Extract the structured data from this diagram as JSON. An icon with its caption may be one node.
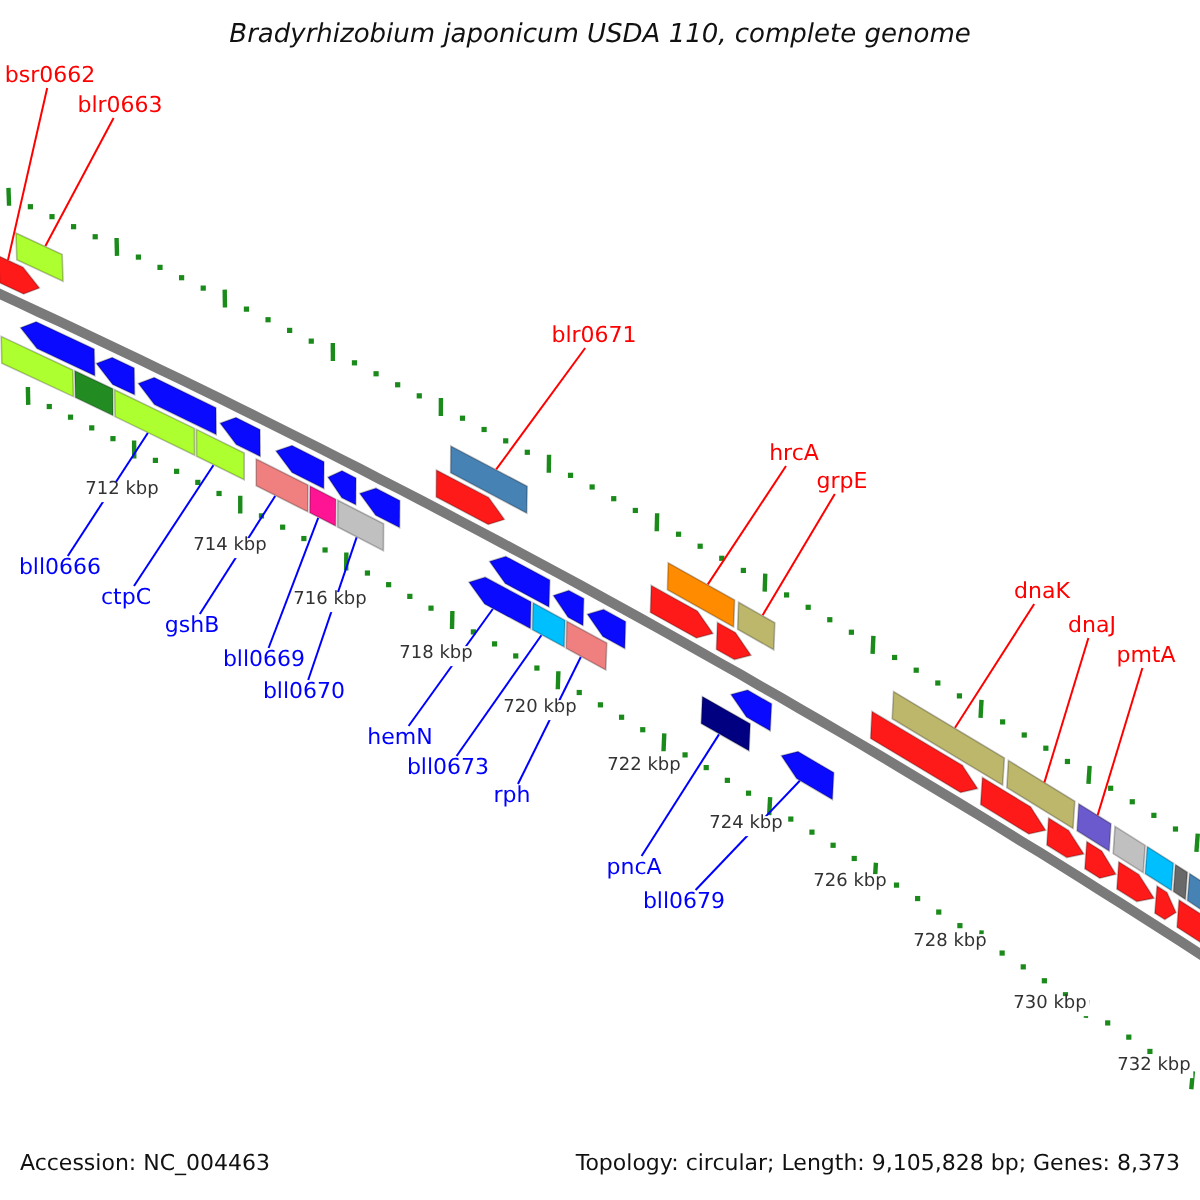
{
  "diagram": {
    "title": "Bradyrhizobium japonicum USDA 110, complete genome",
    "nodes": [
      {
        "text": [
          "bsr0662"
        ]
      },
      {
        "text": [
          "blr0663"
        ]
      },
      {
        "text": [
          "blr0671"
        ]
      },
      {
        "text": [
          "hrcA"
        ]
      },
      {
        "text": [
          "grpE"
        ]
      },
      {
        "text": [
          "dnaK"
        ]
      },
      {
        "text": [
          "dnaJ"
        ]
      },
      {
        "text": [
          "pmtA"
        ]
      },
      {
        "text": [
          "bll0666"
        ]
      },
      {
        "text": [
          "ctpC"
        ]
      },
      {
        "text": [
          "gshB"
        ]
      },
      {
        "text": [
          "bll0669"
        ]
      },
      {
        "text": [
          "bll0670"
        ]
      },
      {
        "text": [
          "hemN"
        ]
      },
      {
        "text": [
          "bll0673"
        ]
      },
      {
        "text": [
          "rph"
        ]
      },
      {
        "text": [
          "pncA"
        ]
      },
      {
        "text": [
          "bll0679"
        ]
      },
      {
        "text": [],
        "shape": "pentagon"
      },
      {
        "text": [],
        "shape": "pentagon"
      },
      {
        "text": [],
        "shape": "pentagon"
      },
      {
        "text": [],
        "shape": "pentagon"
      },
      {
        "text": [],
        "shape": "pentagon"
      },
      {
        "text": [],
        "shape": "pentagon"
      },
      {
        "text": [],
        "shape": "pentagon"
      },
      {
        "text": [],
        "shape": "pentagon"
      },
      {
        "text": [],
        "shape": "pentagon"
      },
      {
        "text": [],
        "shape": "pentagon"
      },
      {
        "text": [],
        "shape": "pentagon"
      },
      {
        "text": [],
        "shape": "bar"
      },
      {
        "text": [],
        "shape": "bar"
      },
      {
        "text": [],
        "shape": "bar"
      },
      {
        "text": [],
        "shape": "bar"
      },
      {
        "text": [],
        "shape": "bar"
      },
      {
        "text": [],
        "shape": "bar"
      },
      {
        "text": [],
        "shape": "bar"
      },
      {
        "text": [],
        "shape": "bar"
      },
      {
        "text": [],
        "shape": "bar"
      },
      {
        "text": [],
        "shape": "bar"
      },
      {
        "text": [],
        "shape": "bar"
      },
      {
        "text": [],
        "shape": "pentagon"
      },
      {
        "text": [],
        "shape": "pentagon"
      },
      {
        "text": [],
        "shape": "pentagon"
      },
      {
        "text": [],
        "shape": "pentagon"
      },
      {
        "text": [],
        "shape": "pentagon"
      },
      {
        "text": [],
        "shape": "pentagon"
      },
      {
        "text": [],
        "shape": "pentagon"
      },
      {
        "text": [],
        "shape": "pentagon"
      },
      {
        "text": [],
        "shape": "pentagon"
      },
      {
        "text": [],
        "shape": "pentagon"
      },
      {
        "text": [],
        "shape": "pentagon"
      },
      {
        "text": [],
        "shape": "bar"
      },
      {
        "text": [],
        "shape": "bar"
      },
      {
        "text": [],
        "shape": "bar"
      },
      {
        "text": [],
        "shape": "bar"
      },
      {
        "text": [],
        "shape": "bar"
      },
      {
        "text": [],
        "shape": "bar"
      },
      {
        "text": [],
        "shape": "bar"
      },
      {
        "text": [],
        "shape": "pentagon"
      },
      {
        "text": [],
        "shape": "bar"
      },
      {
        "text": [],
        "shape": "bar"
      },
      {
        "text": [],
        "shape": "bar"
      },
      {
        "text": [],
        "shape": "pentagon"
      }
    ],
    "edges": [
      {
        "from": 0,
        "to": 18,
        "arrow": "none",
        "color": "#ff0000"
      },
      {
        "from": 1,
        "to": 29,
        "arrow": "none",
        "color": "#ff0000"
      },
      {
        "from": 2,
        "to": 30,
        "arrow": "none",
        "color": "#ff0000"
      },
      {
        "from": 3,
        "to": 31,
        "arrow": "none",
        "color": "#ff0000"
      },
      {
        "from": 4,
        "to": 32,
        "arrow": "none",
        "color": "#ff0000"
      },
      {
        "from": 5,
        "to": 33,
        "arrow": "none",
        "color": "#ff0000"
      },
      {
        "from": 6,
        "to": 34,
        "arrow": "none",
        "color": "#ff0000"
      },
      {
        "from": 7,
        "to": 35,
        "arrow": "none",
        "color": "#ff0000"
      },
      {
        "from": 8,
        "to": 53,
        "arrow": "none"
      },
      {
        "from": 9,
        "to": 54,
        "arrow": "none"
      },
      {
        "from": 10,
        "to": 55,
        "arrow": "none"
      },
      {
        "from": 11,
        "to": 56,
        "arrow": "none"
      },
      {
        "from": 12,
        "to": 57,
        "arrow": "none"
      },
      {
        "from": 13,
        "to": 58,
        "arrow": "none"
      },
      {
        "from": 14,
        "to": 59,
        "arrow": "none"
      },
      {
        "from": 15,
        "to": 60,
        "arrow": "none"
      },
      {
        "from": 16,
        "to": 61,
        "arrow": "none"
      },
      {
        "from": 17,
        "to": 62,
        "arrow": "none"
      }
    ],
    "labels": [
      "712 kbp",
      "714 kbp",
      "716 kbp",
      "718 kbp",
      "720 kbp",
      "722 kbp",
      "724 kbp",
      "726 kbp",
      "728 kbp",
      "730 kbp",
      "732 kbp",
      "Accession: NC_004463",
      "Topology: circular; Length: 9,105,828 bp; Genes: 8,373"
    ]
  }
}
